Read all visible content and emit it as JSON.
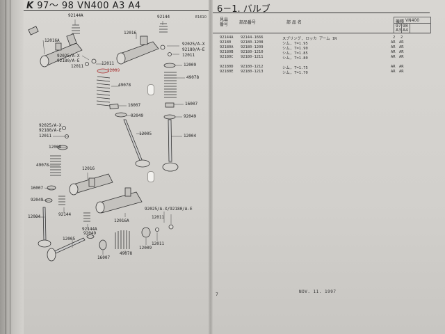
{
  "header": {
    "left_logo": "K",
    "left_title": "97～ 98 VN400 A3 A4",
    "right_title": "6－1. バルブ",
    "figure_no": "E1610"
  },
  "table": {
    "col_ref": "見出\n番号",
    "col_ref_line1": "見出",
    "col_ref_line2": "番号",
    "col_part_no": "部品番号",
    "col_name": "部 品 名",
    "model_label": "機種",
    "model_value": "VN400",
    "model_years": [
      "97",
      "98"
    ],
    "model_codes": [
      "A3",
      "A4"
    ],
    "rows": [
      {
        "ref": "92144A",
        "part": "92144-1666",
        "name": "スプリング, ロッカ アーム 1N",
        "q1": "2",
        "q2": "2"
      },
      {
        "ref": "92180",
        "part": "92180-1208",
        "name": "シム, T=1.95",
        "q1": "AR",
        "q2": "AR"
      },
      {
        "ref": "92180A",
        "part": "92180-1209",
        "name": "シム, T=1.90",
        "q1": "AR",
        "q2": "AR"
      },
      {
        "ref": "92180B",
        "part": "92180-1210",
        "name": "シム, T=1.85",
        "q1": "AR",
        "q2": "AR"
      },
      {
        "ref": "92180C",
        "part": "92180-1211",
        "name": "シム, T=1.80",
        "q1": "AR",
        "q2": "AR"
      },
      {
        "ref": "92180D",
        "part": "92180-1212",
        "name": "シム, T=1.75",
        "q1": "AR",
        "q2": "AR"
      },
      {
        "ref": "92180E",
        "part": "92180-1213",
        "name": "シム, T=1.70",
        "q1": "AR",
        "q2": "AR"
      }
    ]
  },
  "callouts": {
    "c1": "92144A",
    "c2": "12016A",
    "c3": "92025/A-X",
    "c4": "92180/A-E",
    "c5": "12011",
    "c6": "12011",
    "c7": "12009",
    "c8": "49078",
    "c9": "16007",
    "c10": "92049",
    "c11": "12005",
    "c12": "92144",
    "c13": "12016",
    "c14": "92025/A-X",
    "c15": "92180/A-E",
    "c16": "12011",
    "c17": "12009",
    "c18": "49078",
    "c19": "16007",
    "c20": "92049",
    "c21": "12004",
    "c22": "92025/A-X",
    "c23": "92180/A-E",
    "c24": "12011",
    "c25": "12009",
    "c26": "49078",
    "c27": "12016",
    "c28": "16007",
    "c29": "92049",
    "c30": "92144",
    "c31": "12004",
    "c32": "92144A",
    "c33": "92049",
    "c34": "12016A",
    "c35": "12005",
    "c36": "16007",
    "c37": "49078",
    "c38": "12009",
    "c39": "12011",
    "c40": "92025/A-X/92180/A-E",
    "c41": "12011"
  },
  "footer": {
    "page": "7",
    "date": "NOV. 11. 1997"
  }
}
